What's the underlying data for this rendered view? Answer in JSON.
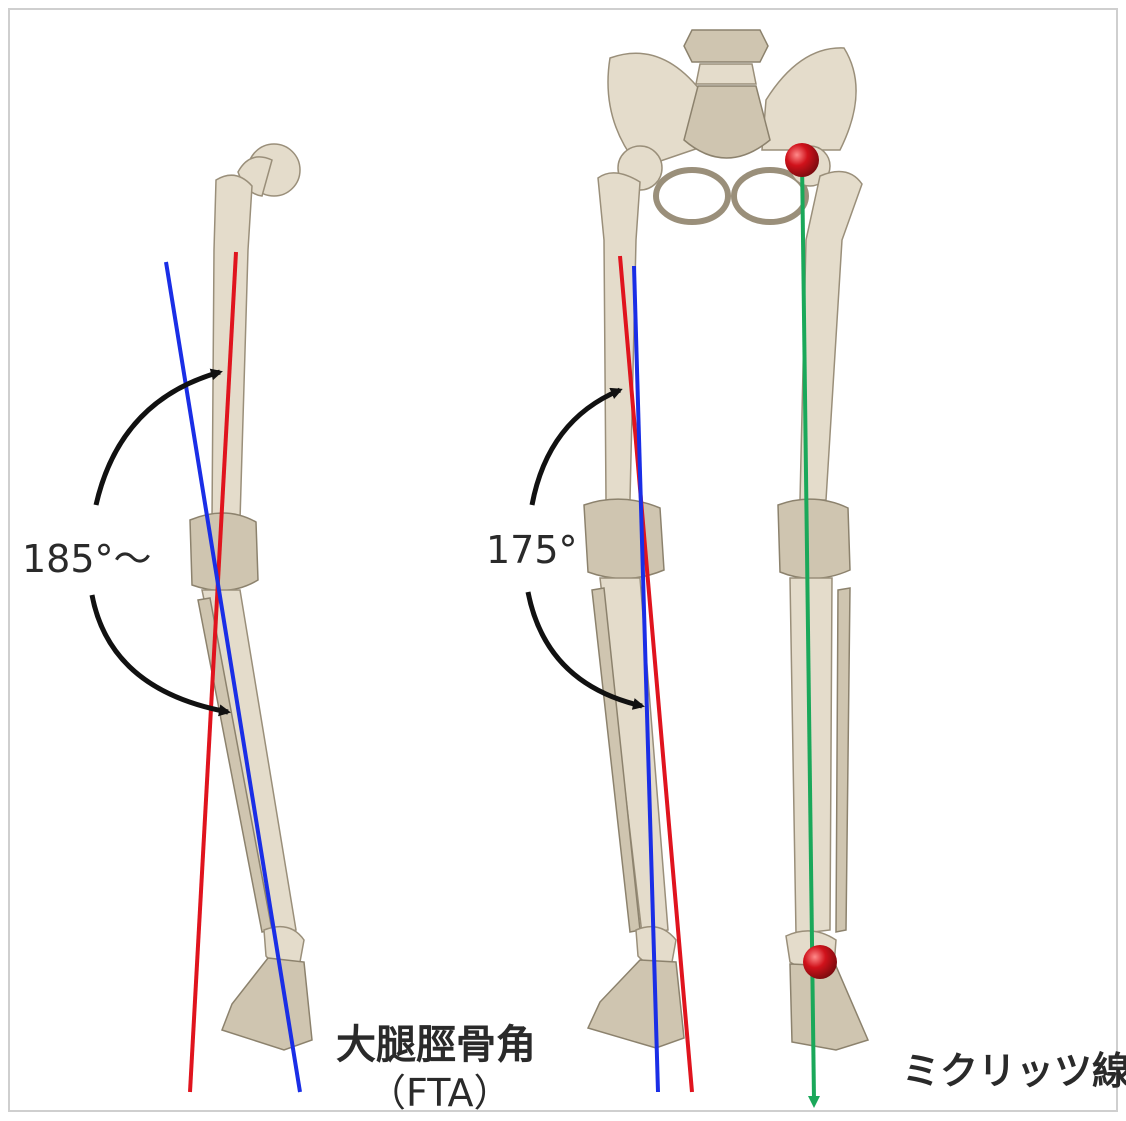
{
  "left_figure": {
    "angle_label": "185°～"
  },
  "right_figure": {
    "angle_label": "175°"
  },
  "captions": {
    "fta_title": "大腿脛骨角",
    "fta_abbr": "（FTA）",
    "mikulicz_line": "ミクリッツ線"
  },
  "colors": {
    "femur_axis": "#e0141e",
    "tibia_axis": "#1a2ee6",
    "mikulicz_axis": "#1aa85a",
    "landmark": "#d0121b",
    "arrow": "#111111"
  }
}
